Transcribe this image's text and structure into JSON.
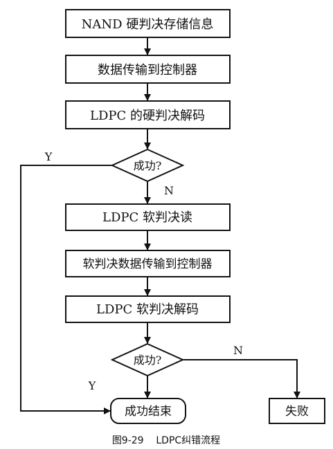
{
  "diagram": {
    "steps": {
      "s1": "NAND 硬判决存储信息",
      "s2": "数据传输到控制器",
      "s3": "LDPC 的硬判决解码",
      "s4": "LDPC 软判决读",
      "s5": "软判决数据传输到控制器",
      "s6": "LDPC 软判决解码"
    },
    "decisions": {
      "d1": "成功?",
      "d2": "成功?"
    },
    "terminals": {
      "success": "成功结束",
      "failure": "失败"
    },
    "edge_labels": {
      "d1_yes": "Y",
      "d1_no": "N",
      "d2_yes": "Y",
      "d2_no": "N"
    }
  },
  "caption": "图9-29    LDPC纠错流程",
  "colors": {
    "line": "#111111",
    "background": "#ffffff"
  }
}
